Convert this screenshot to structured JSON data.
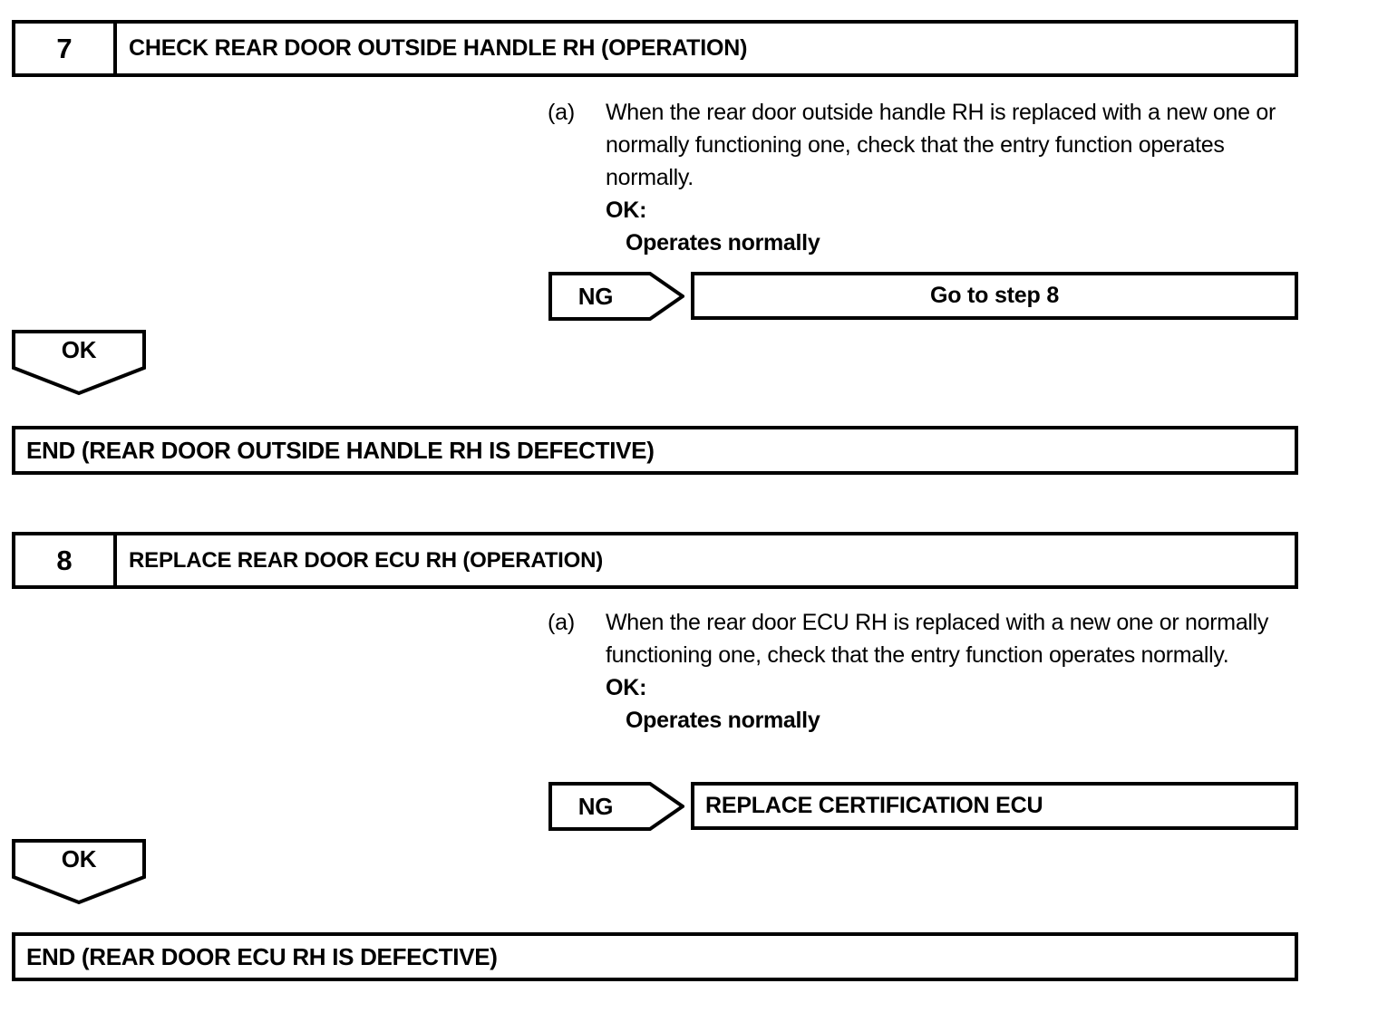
{
  "document": {
    "type": "diagnostic-flowchart",
    "ink_color": "#000000",
    "background_color": "#ffffff"
  },
  "steps": [
    {
      "number": "7",
      "title": "CHECK REAR DOOR OUTSIDE HANDLE RH (OPERATION)",
      "procedure": {
        "label": "(a)",
        "text": "When the rear door outside handle RH is replaced with a new one or normally functioning one, check that the entry function operates normally.",
        "ok_label": "OK:",
        "ok_value": "Operates normally"
      },
      "ng_branch": {
        "marker": "NG",
        "result": "Go to step 8",
        "align": "center"
      },
      "ok_branch": {
        "marker": "OK",
        "result": "END (REAR DOOR OUTSIDE HANDLE RH IS DEFECTIVE)"
      }
    },
    {
      "number": "8",
      "title": "REPLACE REAR DOOR ECU RH (OPERATION)",
      "procedure": {
        "label": "(a)",
        "text": "When the rear door ECU RH is replaced with a new one or normally functioning one, check that the entry function operates normally.",
        "ok_label": "OK:",
        "ok_value": "Operates normally"
      },
      "ng_branch": {
        "marker": "NG",
        "result": "REPLACE CERTIFICATION ECU",
        "align": "left"
      },
      "ok_branch": {
        "marker": "OK",
        "result": "END (REAR DOOR ECU RH IS DEFECTIVE)"
      }
    }
  ]
}
